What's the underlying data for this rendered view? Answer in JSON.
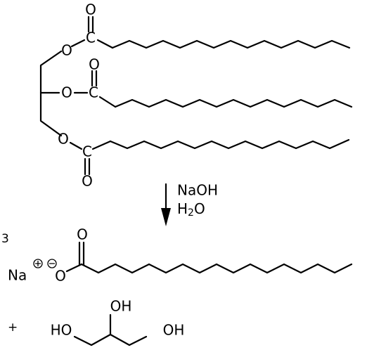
{
  "colors": {
    "ink": "#000000",
    "background": "#ffffff"
  },
  "atoms": {
    "oxygen": "O",
    "carbon": "C",
    "hydroxyl": "OH",
    "hydroxyl_left": "HO",
    "sodium": "Na"
  },
  "reagents": {
    "base": "NaOH",
    "solvent_h": "H",
    "solvent_sub": "2",
    "solvent_o": "O"
  },
  "stoichiometry": {
    "coefficient": "3",
    "plus_sign": "+"
  }
}
